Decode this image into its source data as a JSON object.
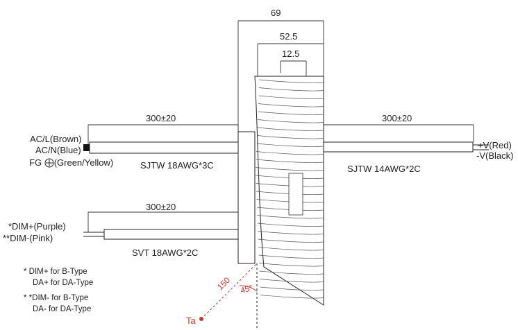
{
  "dimensions": {
    "overall_depth": "69",
    "housing_depth": "52.5",
    "fin_depth": "12.5",
    "cable_length_input": "300±20",
    "cable_length_output": "300±20",
    "cable_length_dim": "300±20",
    "ta_distance": "150",
    "ta_angle": "45°"
  },
  "input_cable": {
    "wire_labels": [
      "AC/L(Brown)",
      "AC/N(Blue)",
      "(Green/Yellow)"
    ],
    "fg_prefix": "FG",
    "spec": "SJTW 18AWG*3C"
  },
  "output_cable": {
    "wire_labels": [
      "+V(Red)",
      "-V(Black)"
    ],
    "spec": "SJTW 14AWG*2C"
  },
  "dim_cable": {
    "wire_labels": [
      "*DIM+(Purple)",
      "**DIM-(Pink)"
    ],
    "spec": "SVT 18AWG*2C"
  },
  "notes": [
    "* DIM+ for B-Type",
    "DA+ for DA-Type",
    "* *DIM- for B-Type",
    "DA- for DA-Type"
  ],
  "ta_label": "Ta",
  "colors": {
    "line": "#222222",
    "accent": "#c0392b"
  }
}
